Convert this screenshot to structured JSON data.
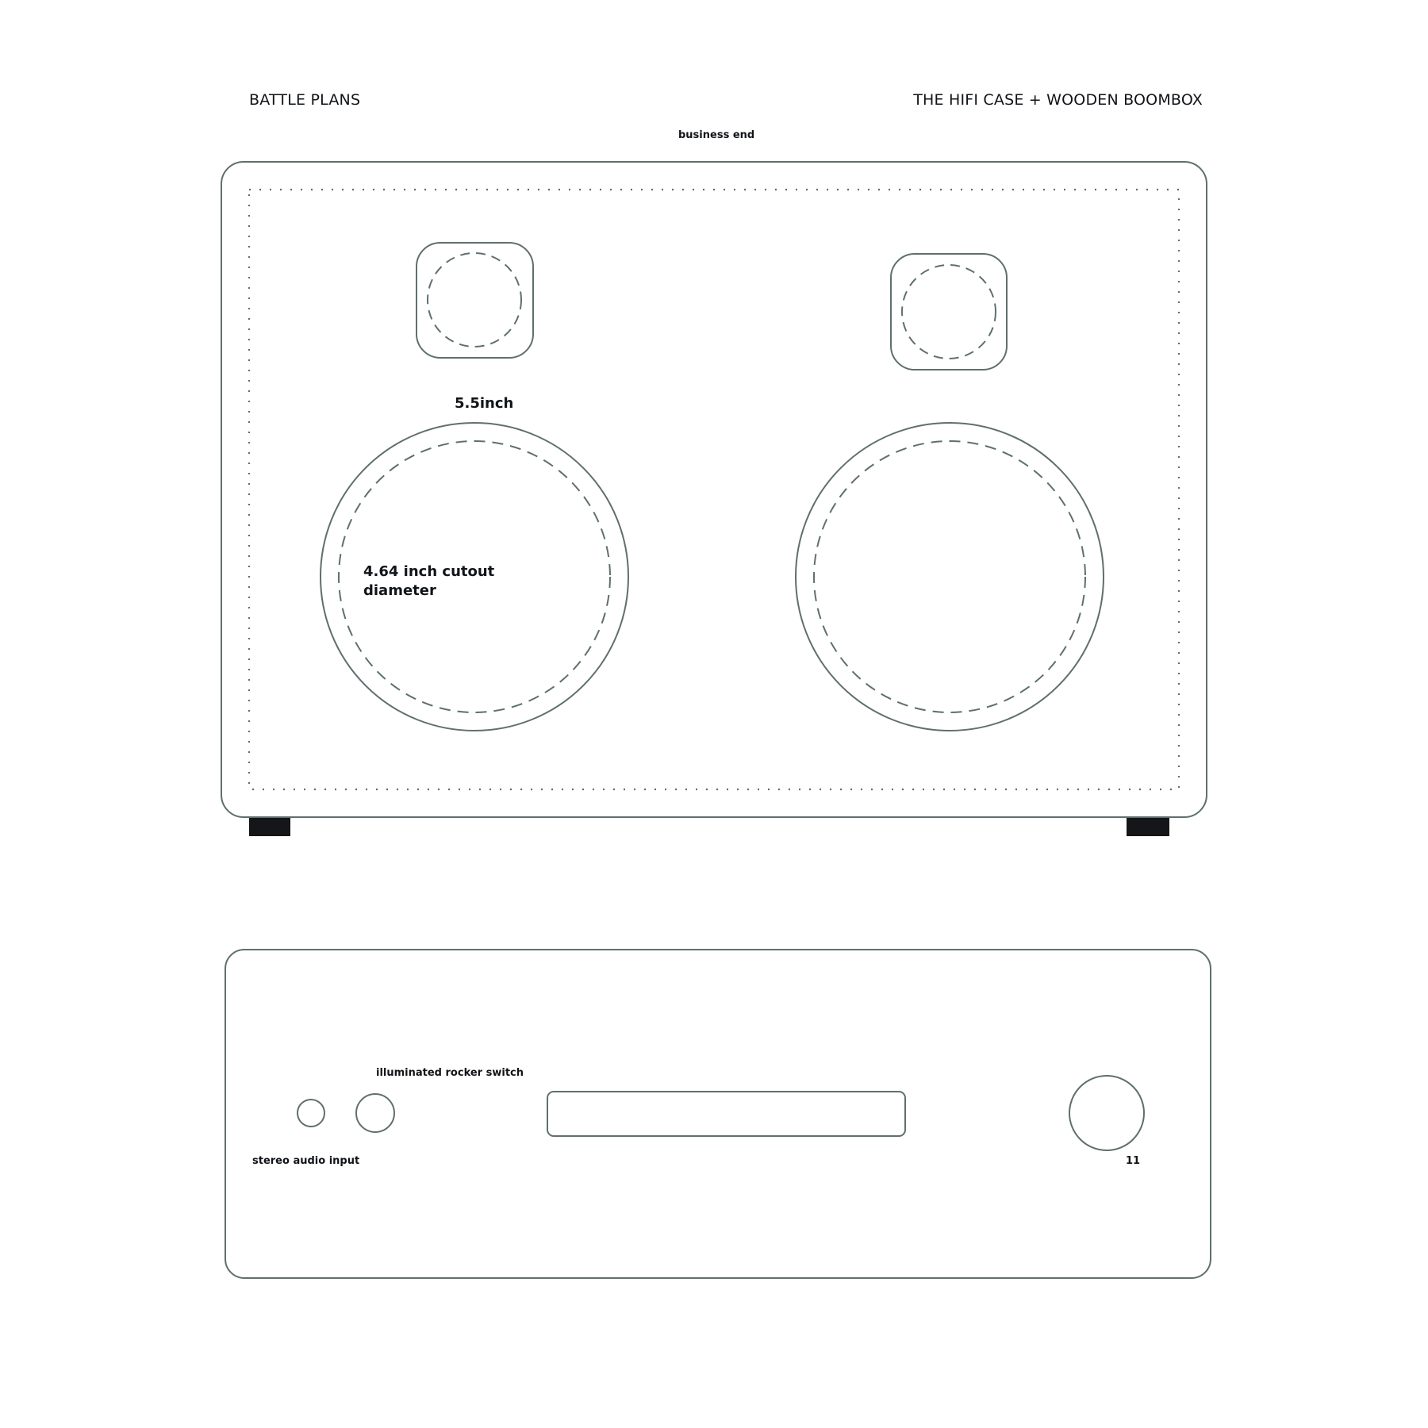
{
  "header": {
    "left_title": "BATTLE PLANS",
    "right_title": "THE HIFI CASE + WOODEN BOOMBOX"
  },
  "top_view": {
    "caption": "business end",
    "woofer_size_label": "5.5inch",
    "cutout_label_line1": "4.64 inch cutout",
    "cutout_label_line2": "diameter",
    "speakers": [
      {
        "type": "tweeter",
        "position": "left"
      },
      {
        "type": "tweeter",
        "position": "right"
      },
      {
        "type": "woofer",
        "position": "left"
      },
      {
        "type": "woofer",
        "position": "right"
      }
    ],
    "feet": [
      "left-foot",
      "right-foot"
    ]
  },
  "front_panel": {
    "rocker_switch_label": "illuminated rocker switch",
    "audio_input_label": "stereo audio input",
    "knob_label": "11"
  },
  "colors": {
    "line": "#5f6f6f",
    "text": "#111418",
    "feet": "#141617",
    "background": "#ffffff"
  }
}
